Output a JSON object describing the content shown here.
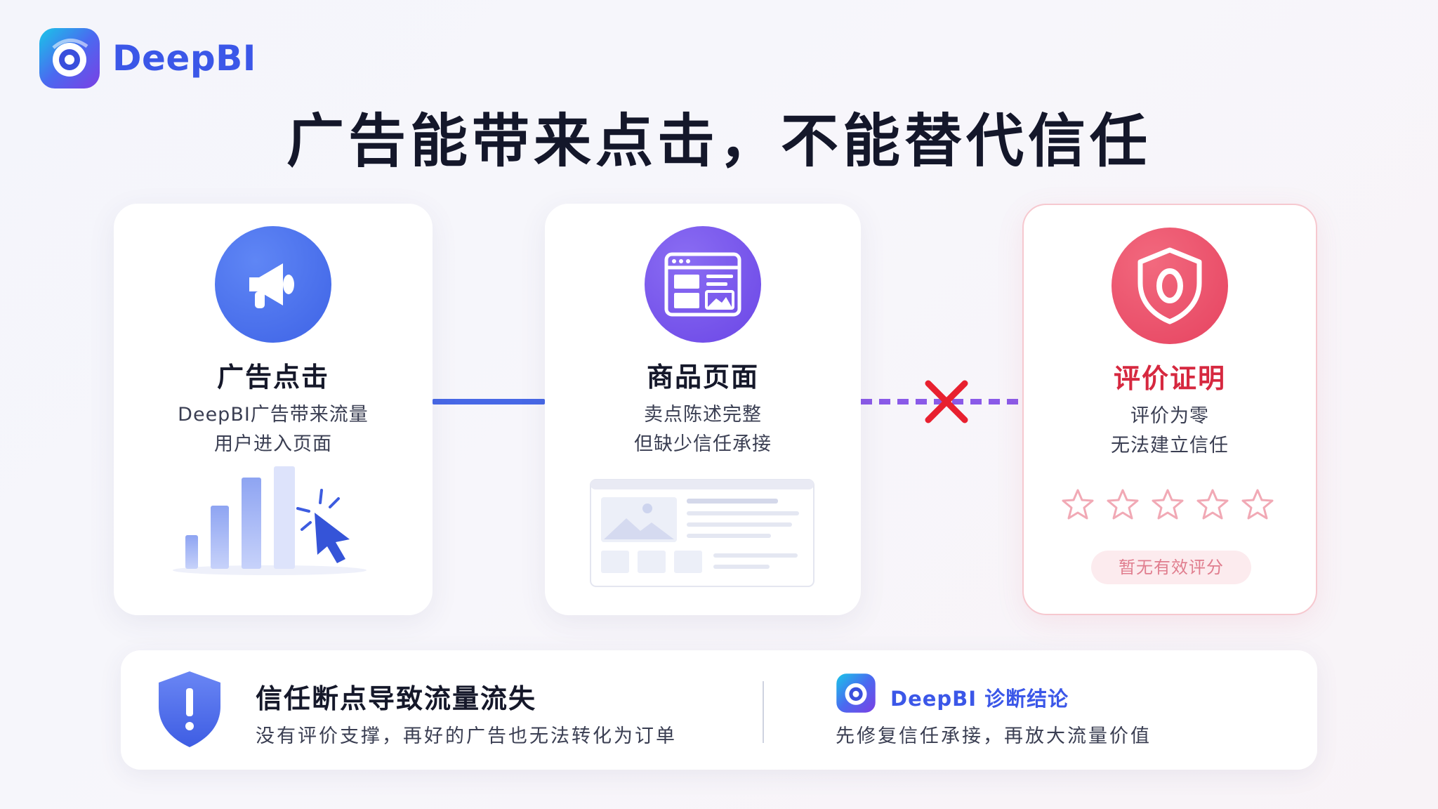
{
  "brand": {
    "name": "DeepBI",
    "logo_icon": "deepbi-logo-icon",
    "accent": "#3b57e8"
  },
  "title": "广告能带来点击，不能替代信任",
  "steps": [
    {
      "icon": "megaphone-icon",
      "color": "#4468e8",
      "title": "广告点击",
      "line1": "DeepBI广告带来流量",
      "line2": "用户进入页面"
    },
    {
      "icon": "webpage-icon",
      "color": "#6f4ce7",
      "title": "商品页面",
      "line1": "卖点陈述完整",
      "line2": "但缺少信任承接"
    },
    {
      "icon": "zero-shield-icon",
      "color": "#e64360",
      "title": "评价证明",
      "line1": "评价为零",
      "line2": "无法建立信任"
    }
  ],
  "connectors": {
    "solid_color": "#4768e6",
    "dashed_color": "#8a5ae8",
    "broken_icon": "red-x-icon"
  },
  "rating": {
    "stars_filled": 0,
    "stars_total": 5,
    "badge": "暂无有效评分"
  },
  "summary": {
    "warning_icon": "warning-shield-icon",
    "title": "信任断点导致流量流失",
    "subtitle": "没有评价支撑，再好的广告也无法转化为订单",
    "conclusion_label": "DeepBI 诊断结论",
    "conclusion_text": "先修复信任承接，再放大流量价值"
  }
}
